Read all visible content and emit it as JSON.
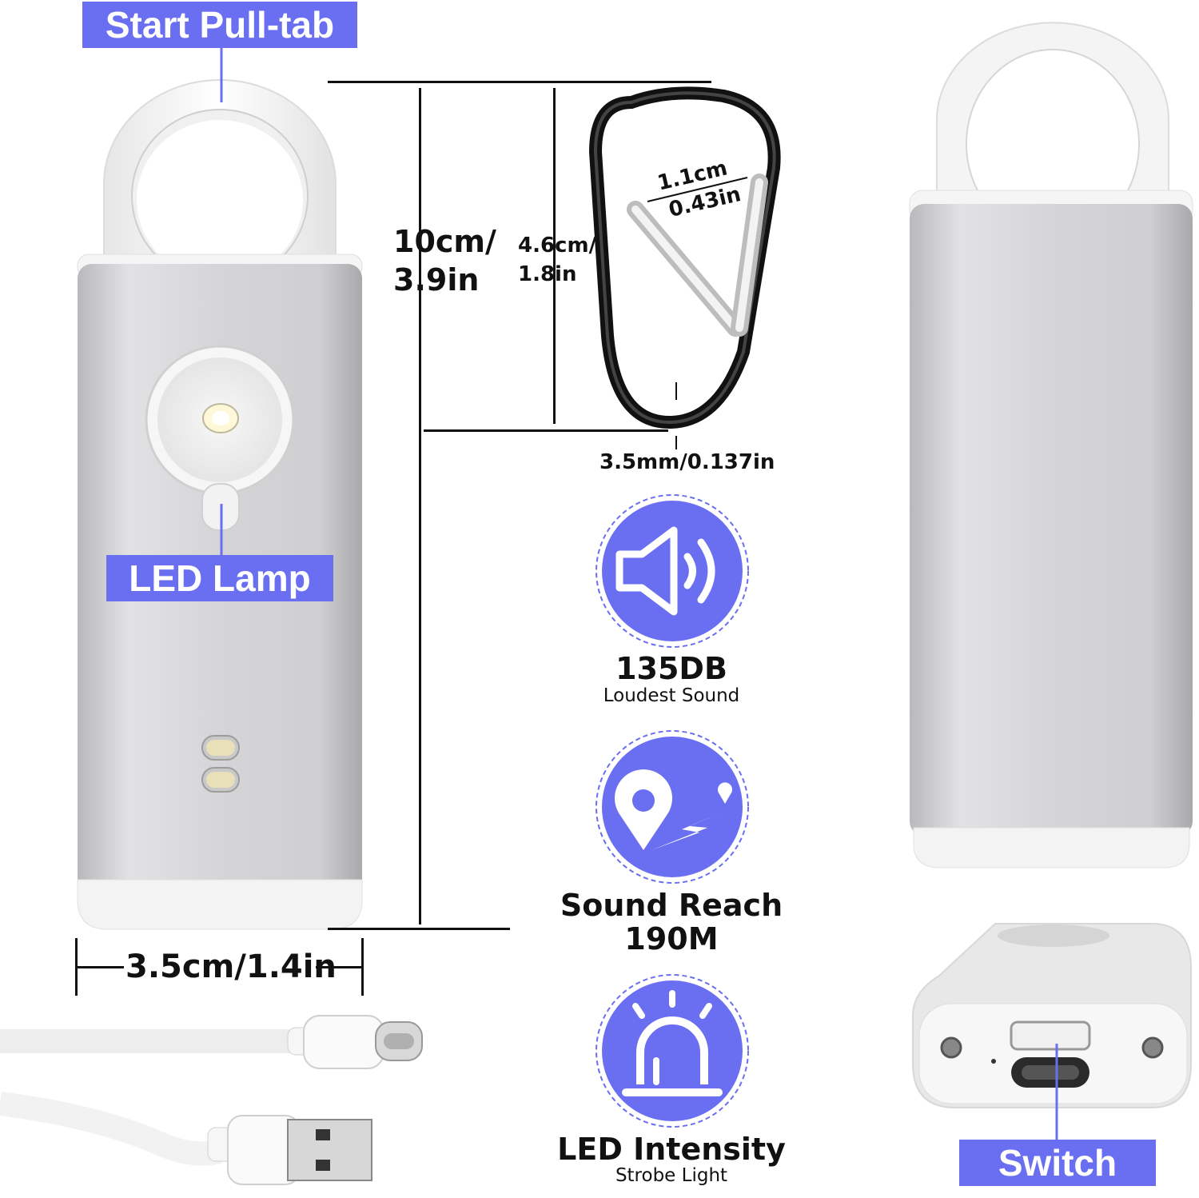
{
  "callouts": {
    "pull_tab": "Start Pull-tab",
    "led_lamp": "LED Lamp",
    "switch": "Switch"
  },
  "dimensions": {
    "height_cm": "10cm/",
    "height_in": "3.9in",
    "carabiner_height_cm": "4.6cm/",
    "carabiner_height_in": "1.8in",
    "gate_width_cm": "1.1cm",
    "gate_width_in": "0.43in",
    "wire_thickness": "3.5mm/0.137in",
    "width": "3.5cm/1.4in"
  },
  "features": [
    {
      "icon": "speaker-icon",
      "title": "135DB",
      "subtitle": "Loudest Sound"
    },
    {
      "icon": "location-route-icon",
      "title_line1": "Sound Reach",
      "title_line2": "190M"
    },
    {
      "icon": "siren-icon",
      "title": "LED Intensity",
      "subtitle": "Strobe Light"
    }
  ],
  "colors": {
    "accent": "#6a6ff2",
    "silver": "#d6d6d8",
    "white_plastic": "#f4f4f4"
  }
}
